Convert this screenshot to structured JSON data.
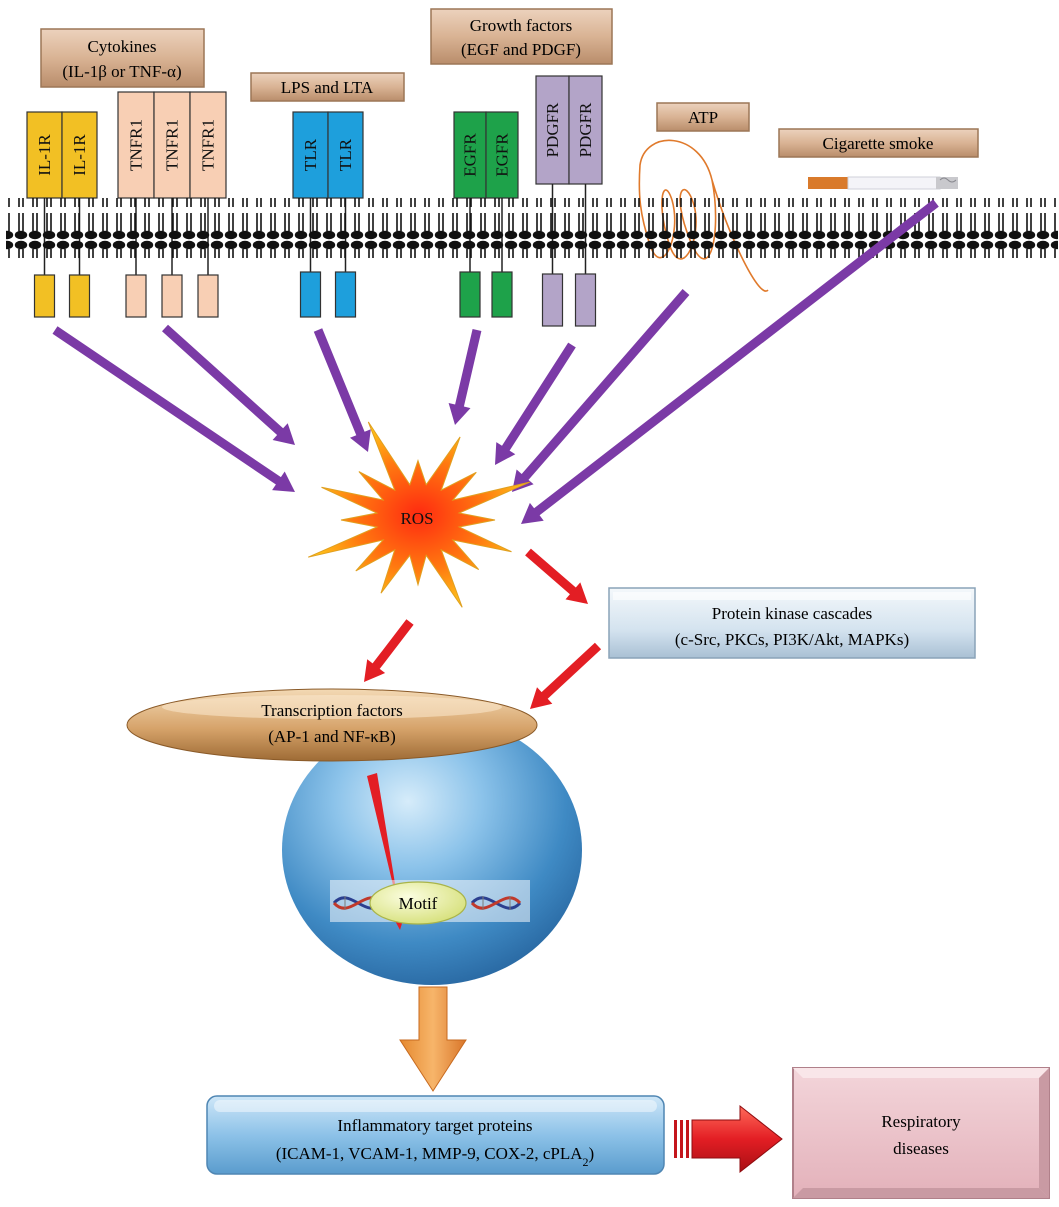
{
  "stimuli": {
    "cytokines": {
      "line1": "Cytokines",
      "line2": "(IL-1β or TNF-α)"
    },
    "lps": {
      "label": "LPS and LTA"
    },
    "growth": {
      "line1": "Growth factors",
      "line2": "(EGF and PDGF)"
    },
    "atp": {
      "label": "ATP"
    },
    "smoke": {
      "label": "Cigarette smoke"
    }
  },
  "receptors": {
    "il1r": "IL-1R",
    "tnfr1": "TNFR1",
    "tlr": "TLR",
    "egfr": "EGFR",
    "pdgfr": "PDGFR"
  },
  "ros": {
    "label": "ROS"
  },
  "kinase": {
    "line1": "Protein kinase cascades",
    "line2": "(c-Src, PKCs, PI3K/Akt, MAPKs)"
  },
  "tf": {
    "line1": "Transcription factors",
    "line2": "(AP-1 and NF-κB)"
  },
  "motif": {
    "label": "Motif"
  },
  "targets": {
    "line1": "Inflammatory target proteins",
    "line2": "(ICAM-1, VCAM-1, MMP-9, COX-2, cPLA",
    "line2_sub": "2",
    "line2_end": ")"
  },
  "disease": {
    "line1": "Respiratory",
    "line2": "diseases"
  },
  "colors": {
    "il1r": "#f2c024",
    "tnfr1": "#f8cfb4",
    "tlr": "#1e9fdc",
    "egfr": "#1ea24a",
    "pdgfr": "#b3a4c8",
    "arrow_purple": "#7b3aa6",
    "arrow_red": "#e31e24",
    "label_box": "#d7b08f"
  }
}
